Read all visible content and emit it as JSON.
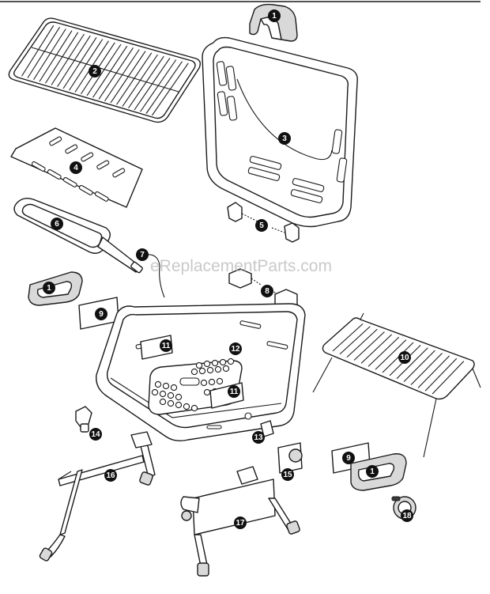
{
  "watermark": "eReplacementParts.com",
  "callouts": [
    "1",
    "2",
    "3",
    "4",
    "5",
    "6",
    "7",
    "8",
    "9",
    "10",
    "11",
    "12",
    "13",
    "14",
    "15",
    "16",
    "17",
    "18"
  ]
}
